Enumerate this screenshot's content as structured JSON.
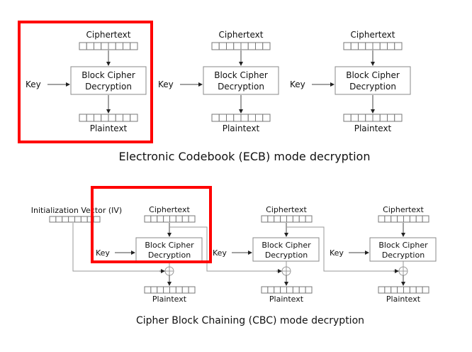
{
  "ecb": {
    "caption": "Electronic Codebook (ECB) mode decryption",
    "blocks": [
      {
        "input_label": "Ciphertext",
        "cipher_label_1": "Block Cipher",
        "cipher_label_2": "Decryption",
        "key_label": "Key",
        "output_label": "Plaintext"
      },
      {
        "input_label": "Ciphertext",
        "cipher_label_1": "Block Cipher",
        "cipher_label_2": "Decryption",
        "key_label": "Key",
        "output_label": "Plaintext"
      },
      {
        "input_label": "Ciphertext",
        "cipher_label_1": "Block Cipher",
        "cipher_label_2": "Decryption",
        "key_label": "Key",
        "output_label": "Plaintext"
      }
    ],
    "highlighted_block": 0
  },
  "cbc": {
    "caption": "Cipher Block Chaining (CBC) mode decryption",
    "iv_label": "Initialization Vector (IV)",
    "blocks": [
      {
        "input_label": "Ciphertext",
        "cipher_label_1": "Block Cipher",
        "cipher_label_2": "Decryption",
        "key_label": "Key",
        "output_label": "Plaintext"
      },
      {
        "input_label": "Ciphertext",
        "cipher_label_1": "Block Cipher",
        "cipher_label_2": "Decryption",
        "key_label": "Key",
        "output_label": "Plaintext"
      },
      {
        "input_label": "Ciphertext",
        "cipher_label_1": "Block Cipher",
        "cipher_label_2": "Decryption",
        "key_label": "Key",
        "output_label": "Plaintext"
      }
    ],
    "highlighted_block": 0
  },
  "block_cells": 8,
  "colors": {
    "highlight": "#ff0000",
    "line": "#444444",
    "box_border": "#888888"
  }
}
